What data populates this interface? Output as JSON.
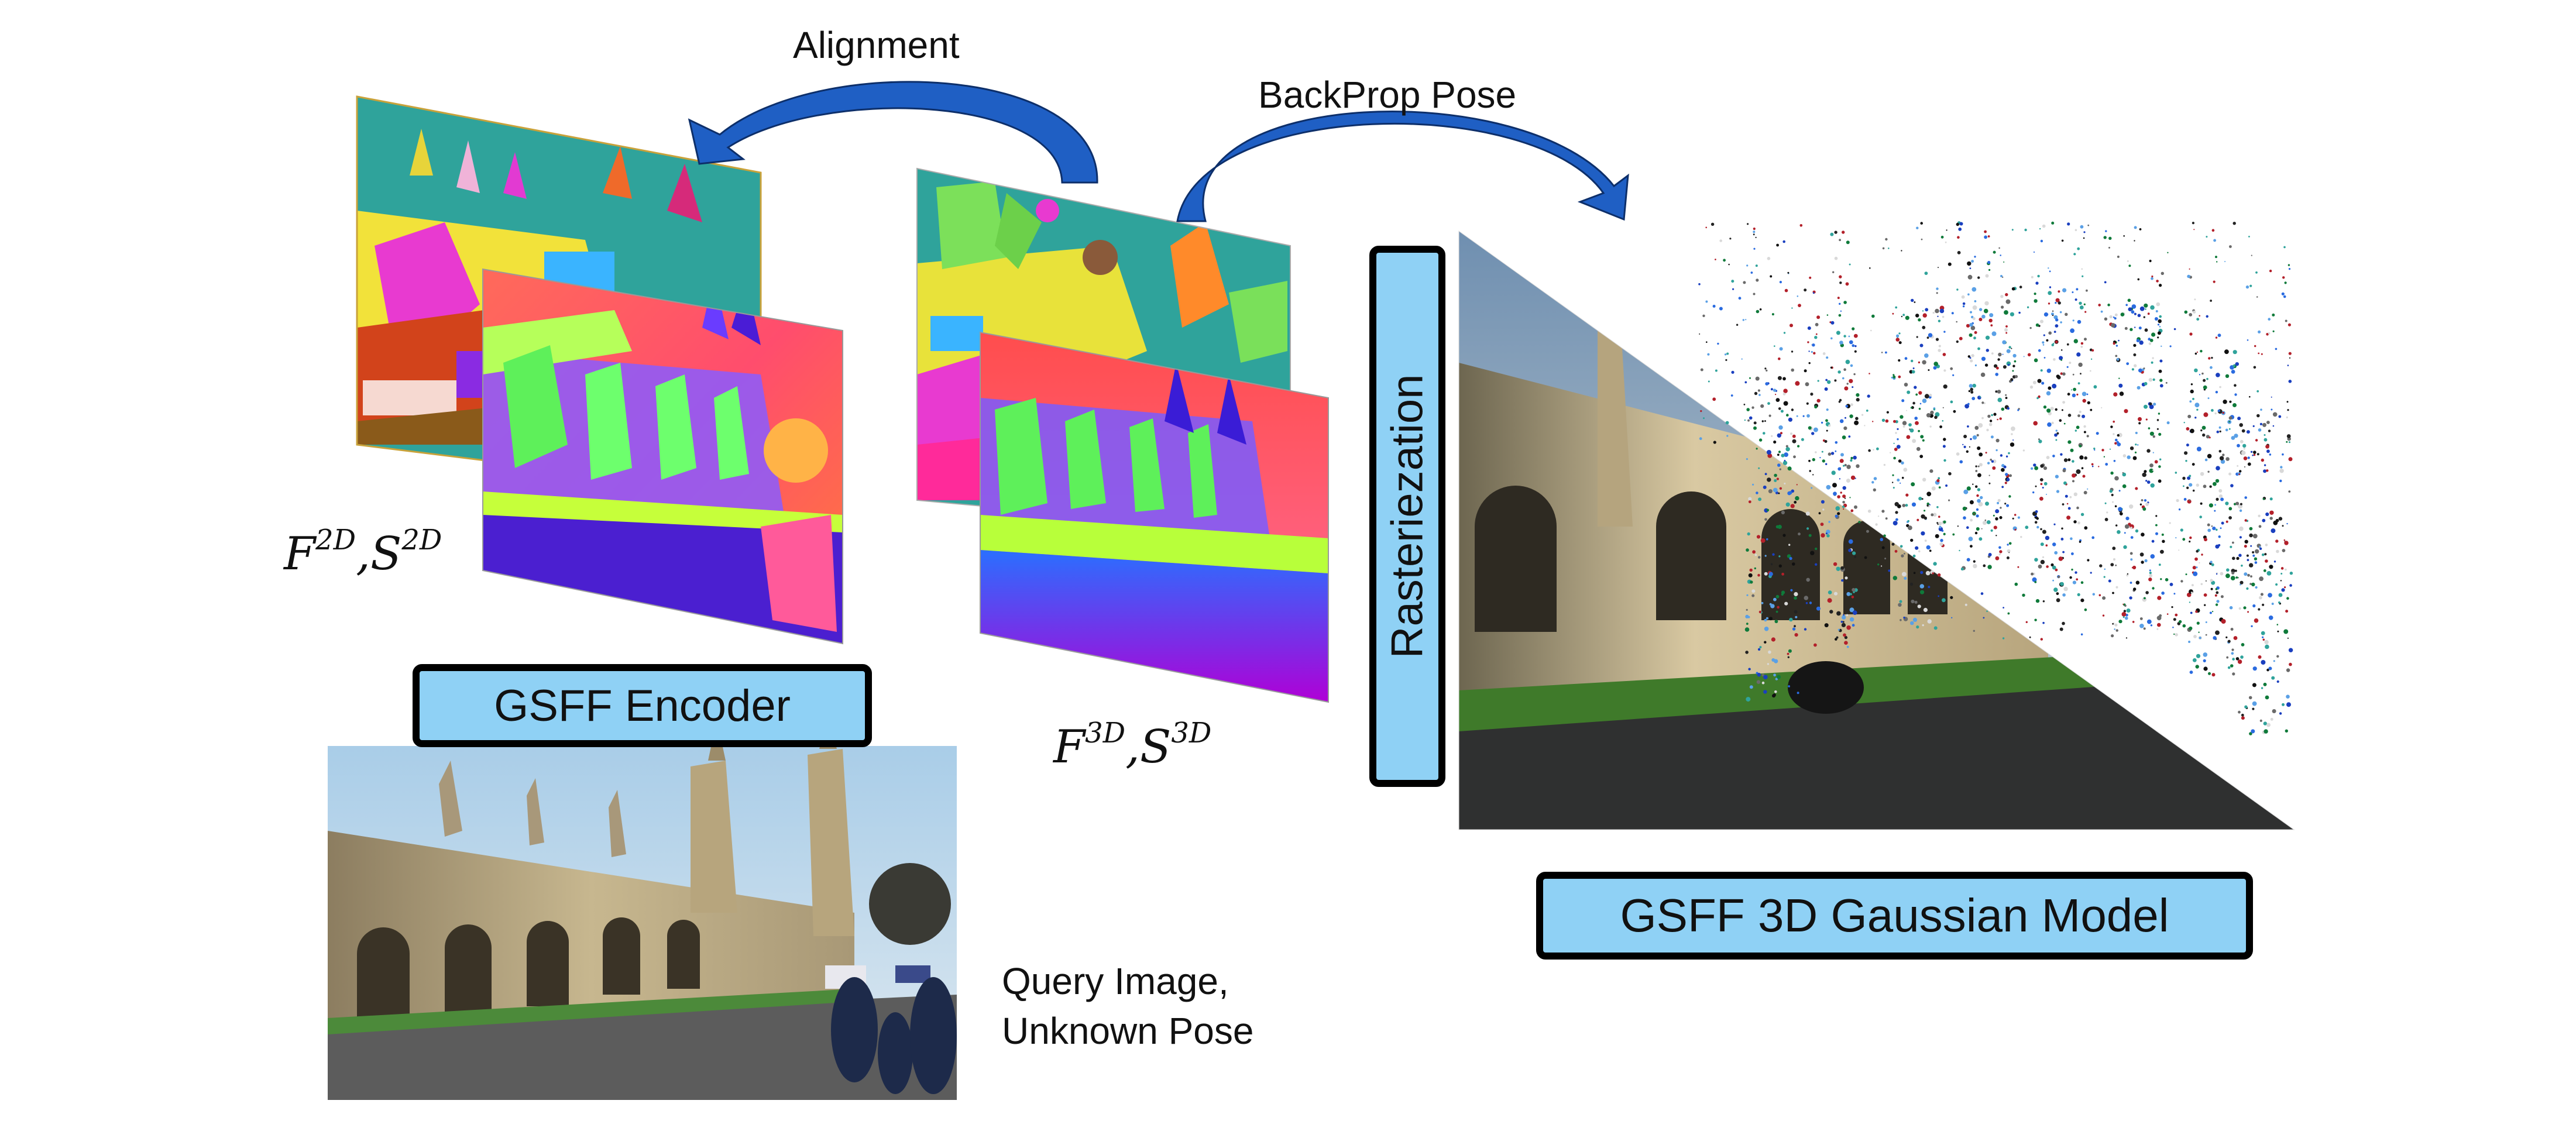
{
  "labels": {
    "alignment": "Alignment",
    "backprop_pose": "BackProp Pose",
    "query_image_line1": "Query Image,",
    "query_image_line2": "Unknown Pose"
  },
  "boxes": {
    "encoder": "GSFF Encoder",
    "gaussian_model": "GSFF 3D Gaussian Model",
    "rasterization": "Rasteriezation"
  },
  "math": {
    "left": {
      "f": "F",
      "f_sup": "2D",
      "sep": ",",
      "s": "S",
      "s_sup": "2D"
    },
    "right": {
      "f": "F",
      "f_sup": "3D",
      "sep": ",",
      "s": "S",
      "s_sup": "3D"
    }
  },
  "colors": {
    "box_fill": "#8fd1f5",
    "box_border": "#000000",
    "arrow": "#1f5fc4",
    "segment_bg": "#2fa39b",
    "feature_bg": "#ff5a5a"
  },
  "icons": {
    "alignment_arrow": "curved-arrow-left-icon",
    "backprop_arrow": "curved-arrow-right-icon"
  }
}
